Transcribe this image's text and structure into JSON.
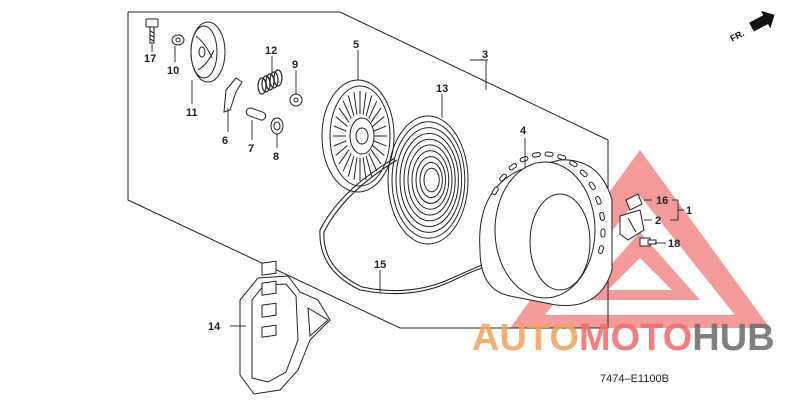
{
  "diagram": {
    "part_labels": [
      {
        "id": "l1",
        "text": "1"
      },
      {
        "id": "l2",
        "text": "2"
      },
      {
        "id": "l3",
        "text": "3"
      },
      {
        "id": "l4",
        "text": "4"
      },
      {
        "id": "l5",
        "text": "5"
      },
      {
        "id": "l6",
        "text": "6"
      },
      {
        "id": "l7",
        "text": "7"
      },
      {
        "id": "l8",
        "text": "8"
      },
      {
        "id": "l9",
        "text": "9"
      },
      {
        "id": "l10",
        "text": "10"
      },
      {
        "id": "l11",
        "text": "11"
      },
      {
        "id": "l12",
        "text": "12"
      },
      {
        "id": "l13",
        "text": "13"
      },
      {
        "id": "l14",
        "text": "14"
      },
      {
        "id": "l15",
        "text": "15"
      },
      {
        "id": "l16",
        "text": "16"
      },
      {
        "id": "l17",
        "text": "17"
      },
      {
        "id": "l18",
        "text": "18"
      }
    ],
    "direction_marker": "FR.",
    "diagram_code": "7474–E1100B"
  },
  "watermark": {
    "part1": "AUTO",
    "part2": "MOTO",
    "part3": "HUB",
    "color_primary": "#f0a35a",
    "color_accent": "#f26a6a",
    "color_dark": "#6b6b6b"
  },
  "colors": {
    "line": "#222222",
    "triangle": "#f07a7a"
  }
}
